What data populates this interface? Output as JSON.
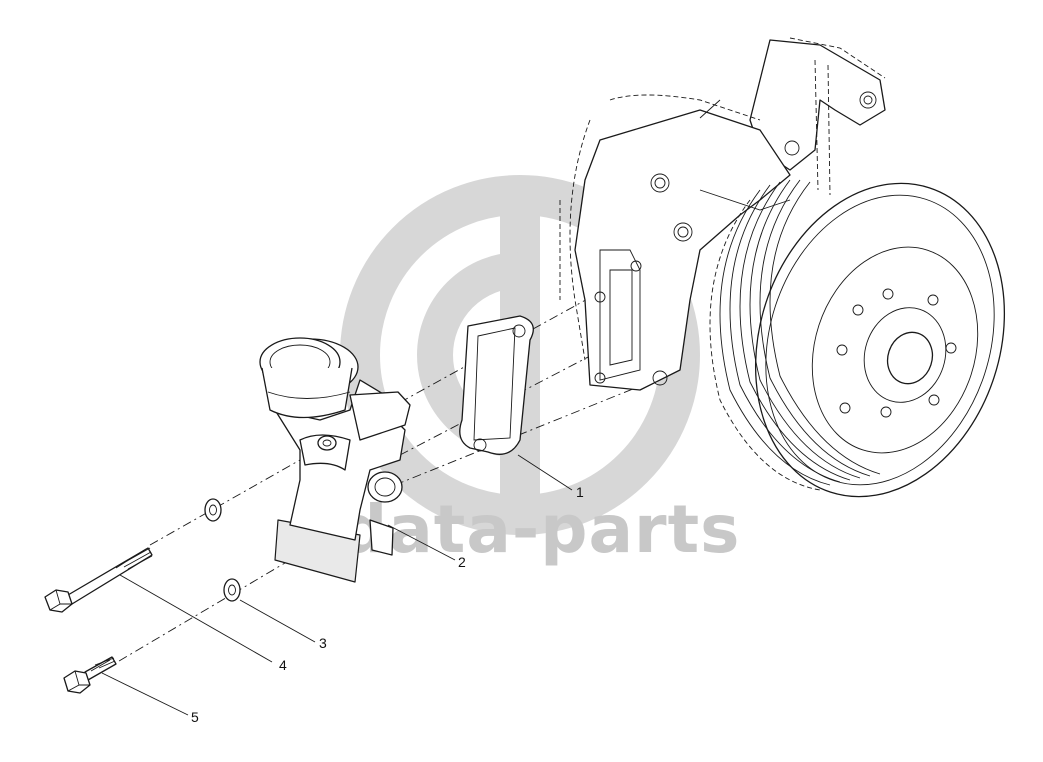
{
  "watermark": {
    "text": "data-parts",
    "color": "#c8c8c8"
  },
  "callouts": [
    {
      "id": "1",
      "label": "1"
    },
    {
      "id": "2",
      "label": "2"
    },
    {
      "id": "3",
      "label": "3"
    },
    {
      "id": "4",
      "label": "4"
    },
    {
      "id": "5",
      "label": "5"
    }
  ],
  "parts": [
    "water-pump-assembly",
    "gasket",
    "coolant-outlet-housing",
    "washer",
    "long-bolt",
    "short-bolt"
  ]
}
